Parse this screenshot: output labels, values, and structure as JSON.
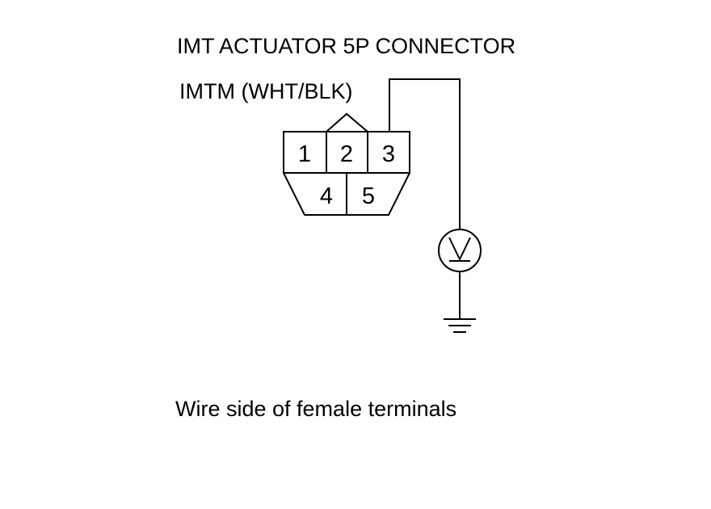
{
  "diagram": {
    "title": "IMT ACTUATOR 5P CONNECTOR",
    "wire_label": "IMTM (WHT/BLK)",
    "caption": "Wire side of female terminals",
    "connector": {
      "top_row": [
        "1",
        "2",
        "3"
      ],
      "bottom_row": [
        "4",
        "5"
      ],
      "probed_terminal": "3"
    },
    "meter": {
      "symbol": "voltmeter-icon"
    },
    "ground": {
      "symbol": "ground-icon"
    }
  }
}
